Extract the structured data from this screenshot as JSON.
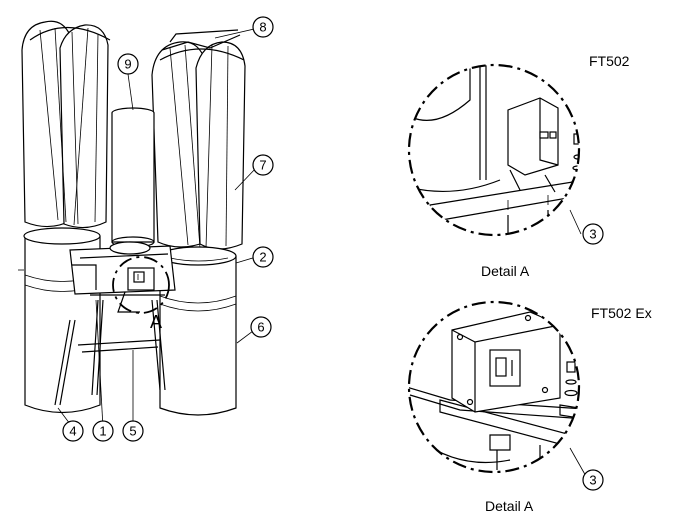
{
  "callouts": {
    "c1": "1",
    "c2": "2",
    "c3a": "3",
    "c3b": "3",
    "c4": "4",
    "c5": "5",
    "c6": "6",
    "c7": "7",
    "c8": "8",
    "c9": "9"
  },
  "section_marker": "A",
  "details": {
    "top": {
      "model": "FT502",
      "caption": "Detail A"
    },
    "bottom": {
      "model": "FT502 Ex",
      "caption": "Detail A"
    }
  }
}
